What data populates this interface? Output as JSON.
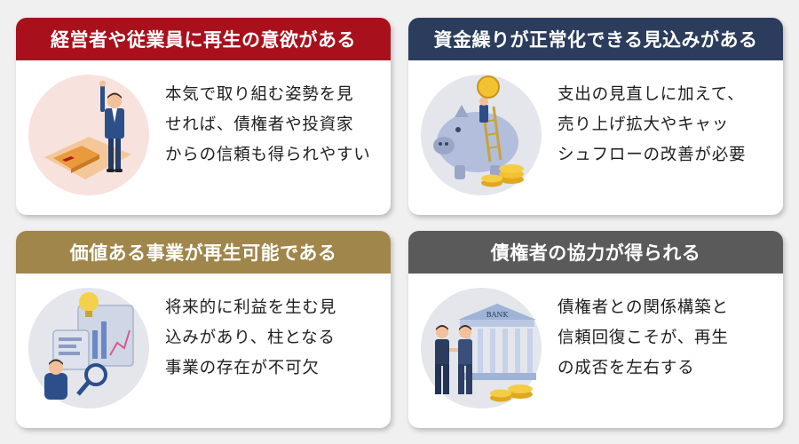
{
  "colors": {
    "red": "#a8101c",
    "navy": "#2b3c5c",
    "gold": "#a0864a",
    "gray": "#5a5a5a",
    "background": "#f0f0f0"
  },
  "cards": [
    {
      "title": "経営者や従業員に再生の意欲がある",
      "lines": [
        "本気で取り組む姿勢を見",
        "せれば、債権者や投資家",
        "からの信頼も得られやすい"
      ],
      "icon": "motivated-businessman-icon"
    },
    {
      "title": "資金繰りが正常化できる見込みがある",
      "lines": [
        "支出の見直しに加えて、",
        "売り上げ拡大やキャッ",
        "シュフローの改善が必要"
      ],
      "icon": "piggy-bank-coins-icon"
    },
    {
      "title": "価値ある事業が再生可能である",
      "lines": [
        "将来的に利益を生む見",
        "込みがあり、柱となる",
        "事業の存在が不可欠"
      ],
      "icon": "business-analysis-icon"
    },
    {
      "title": "債権者の協力が得られる",
      "lines": [
        "債権者との関係構築と",
        "信頼回復こそが、再生",
        "の成否を左右する"
      ],
      "icon": "bank-handshake-icon",
      "bank_label": "BANK"
    }
  ]
}
